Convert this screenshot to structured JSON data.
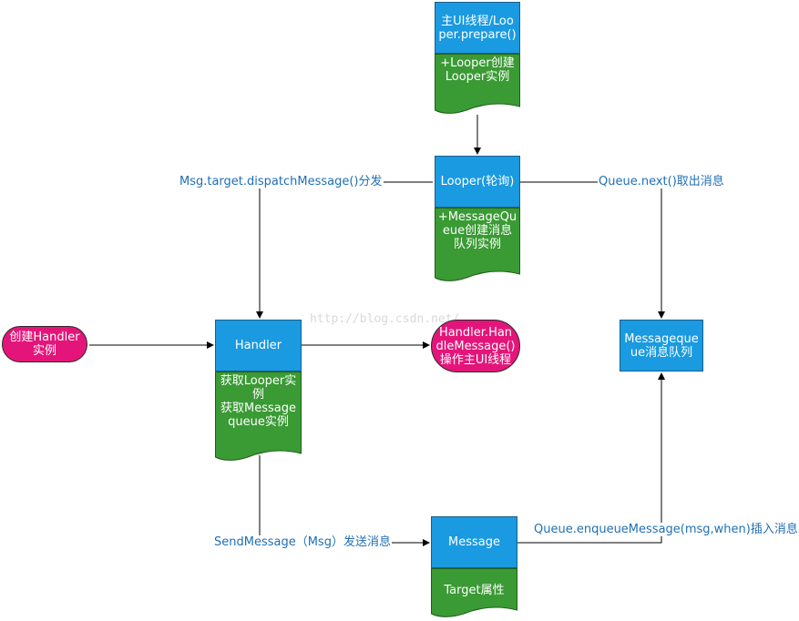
{
  "nodes": {
    "main_thread": {
      "top": "主UI线程/Looper.prepare()",
      "bottom": "+Looper创建Looper实例"
    },
    "looper": {
      "top": "Looper(轮询)",
      "bottom": "+MessageQueue创建消息队列实例"
    },
    "handler": {
      "top": "Handler",
      "bottom": "获取Looper实例\n获取Messagequeue实例"
    },
    "create_handler": "创建Handler实例",
    "handle_message": "Handler.HandleMessage()操作主UI线程",
    "message_queue": "Messagequeue消息队列",
    "message": {
      "top": "Message",
      "bottom": "Target属性"
    }
  },
  "edge_labels": {
    "dispatch": "Msg.target.dispatchMessage()分发",
    "next": "Queue.next()取出消息",
    "send": "SendMessage（Msg）发送消息",
    "enqueue": "Queue.enqueueMessage(msg,when)插入消息"
  },
  "watermark": "http://blog.csdn.net/",
  "colors": {
    "blue": "#1a9ae0",
    "green": "#3a9a34",
    "pink": "#e4157a",
    "label": "#1f6fb5",
    "line": "#000000"
  }
}
